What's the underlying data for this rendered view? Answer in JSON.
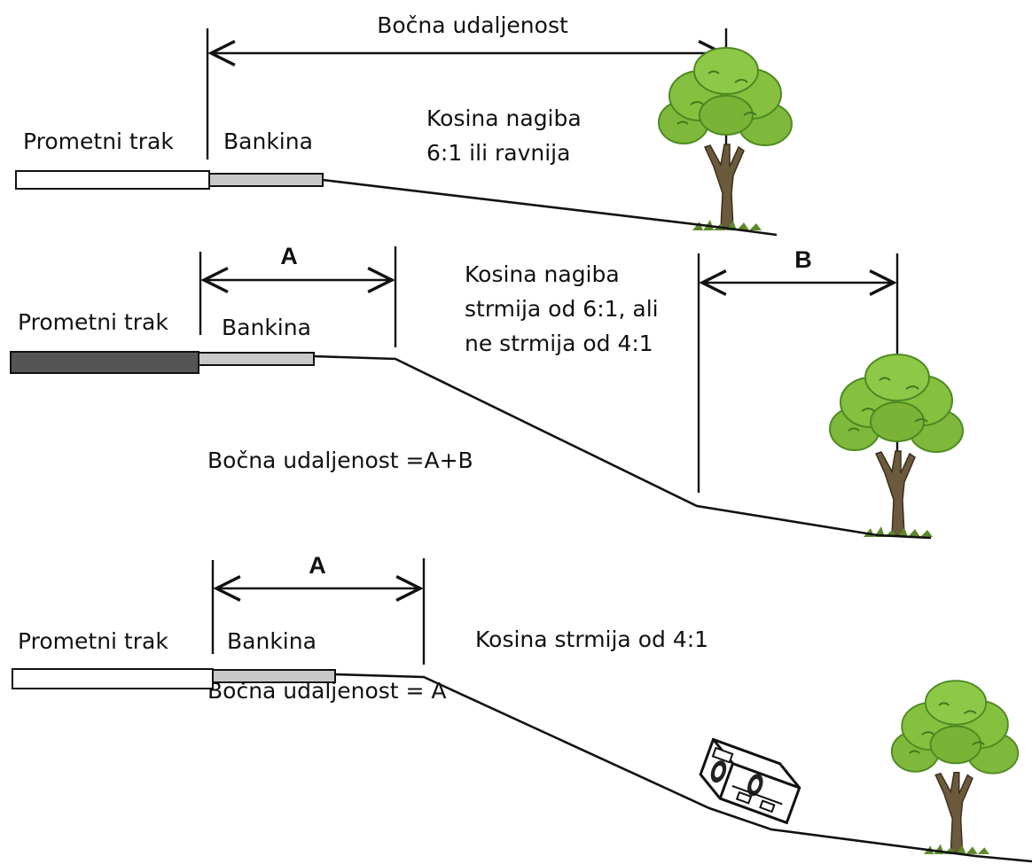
{
  "panel1": {
    "dimension_label": "Bočna udaljenost",
    "lane_label": "Prometni trak",
    "shoulder_label": "Bankina",
    "slope_line1": "Kosina nagiba",
    "slope_line2": "6:1 ili ravnija",
    "lane_color": "#ffffff"
  },
  "panel2": {
    "dim_a_label": "A",
    "dim_b_label": "B",
    "lane_label": "Prometni trak",
    "shoulder_label": "Bankina",
    "slope_line1": "Kosina nagiba",
    "slope_line2": "strmija od 6:1, ali",
    "slope_line3": "ne strmija od 4:1",
    "formula": "Bočna udaljenost =A+B",
    "lane_color": "#555555"
  },
  "panel3": {
    "dim_a_label": "A",
    "lane_label": "Prometni trak",
    "shoulder_label": "Bankina",
    "slope_line1": "Kosina strmija od 4:1",
    "formula": "Bočna udaljenost = A",
    "lane_color": "#ffffff"
  },
  "colors": {
    "foliage": "#7fb83a",
    "foliage_dark": "#4e8a22",
    "trunk": "#6b5a3c",
    "shoulder": "#c8c8c8"
  }
}
